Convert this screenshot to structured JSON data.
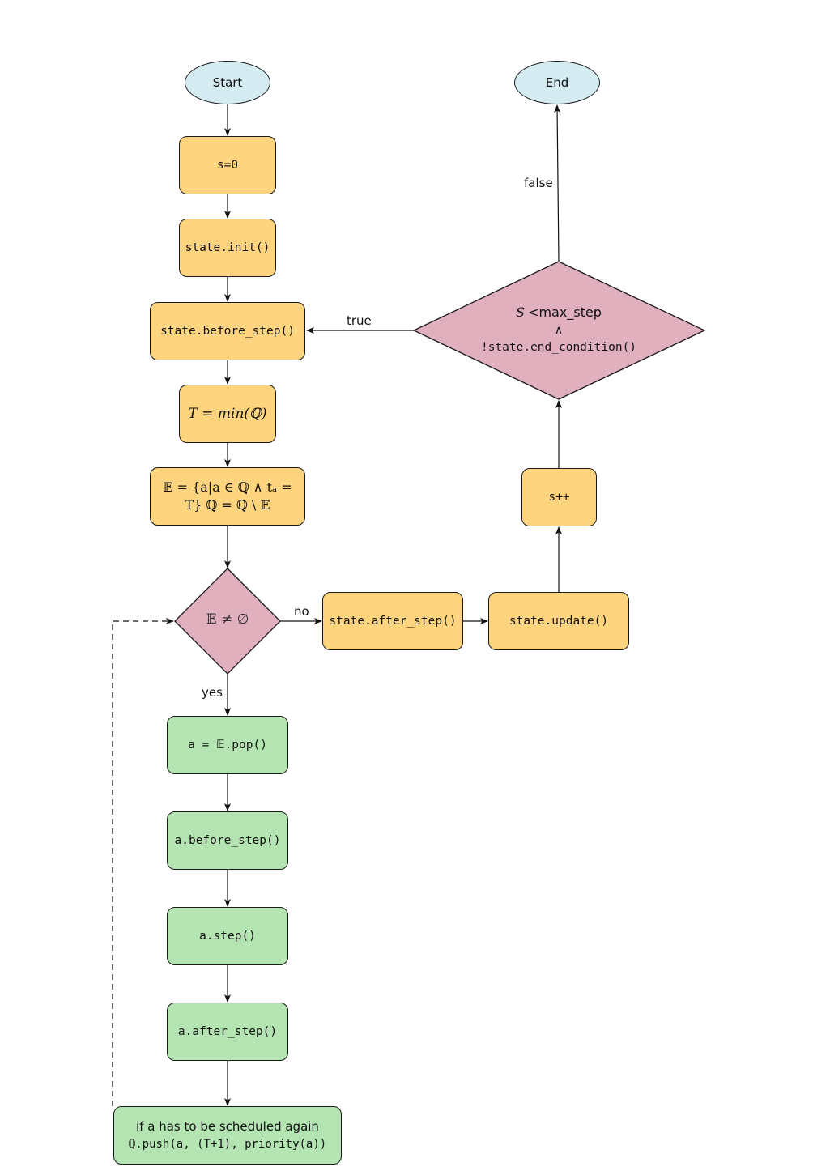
{
  "nodes": {
    "start": "Start",
    "end": "End",
    "s_zero": "s=0",
    "state_init": "state.init()",
    "state_before_step": "state.before_step()",
    "t_min": "T = min(ℚ)",
    "e_set_line1": "𝔼 = {a|a ∈ ℚ ∧ tₐ =",
    "e_set_line2": "T} ℚ = ℚ \\ 𝔼",
    "e_nonempty": "𝔼 ≠ ∅",
    "state_after_step": "state.after_step()",
    "state_update": "state.update()",
    "s_inc": "s++",
    "cond_line1_var": "S",
    "cond_line1_rest": "<max_step",
    "cond_line2": "∧",
    "cond_line3": "!state.end_condition()",
    "a_pop": "a = 𝔼.pop()",
    "a_before_step": "a.before_step()",
    "a_step": "a.step()",
    "a_after_step": "a.after_step()",
    "reschedule_line1": "if a has to be scheduled again",
    "reschedule_line2": "ℚ.push(a, (T+1), priority(a))"
  },
  "edge_labels": {
    "true": "true",
    "false": "false",
    "no": "no",
    "yes": "yes"
  },
  "colors": {
    "terminal": "#d4ebf2",
    "process": "#fed47e",
    "decision": "#e0b0be",
    "agent": "#b3e4b1"
  }
}
